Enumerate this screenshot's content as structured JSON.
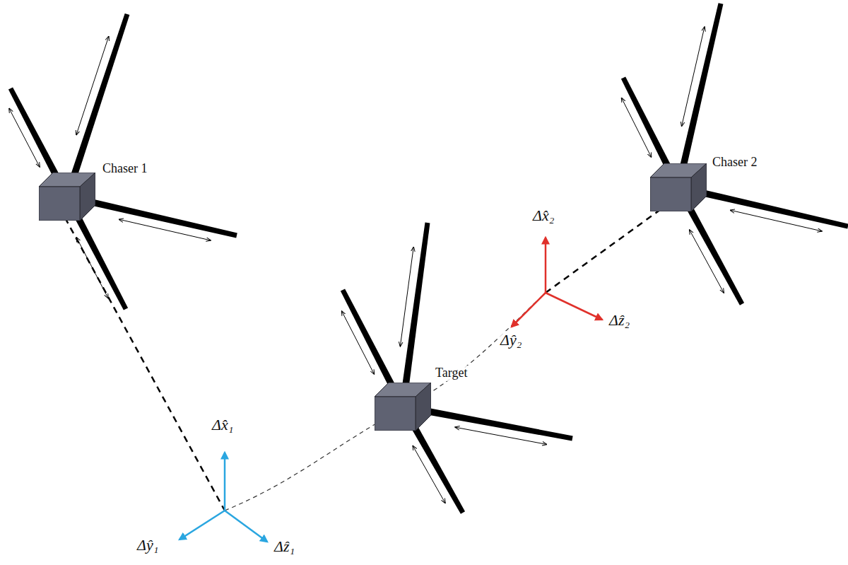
{
  "diagram": {
    "nodes": [
      {
        "text": [
          "Chaser 1"
        ]
      },
      {
        "text": [
          "Target"
        ]
      },
      {
        "text": [
          "Chaser 2"
        ]
      }
    ],
    "labels": [
      "Δx̂₁",
      "Δŷ₁",
      "Δẑ₁",
      "Δx̂₂",
      "Δŷ₂",
      "Δẑ₂"
    ]
  }
}
